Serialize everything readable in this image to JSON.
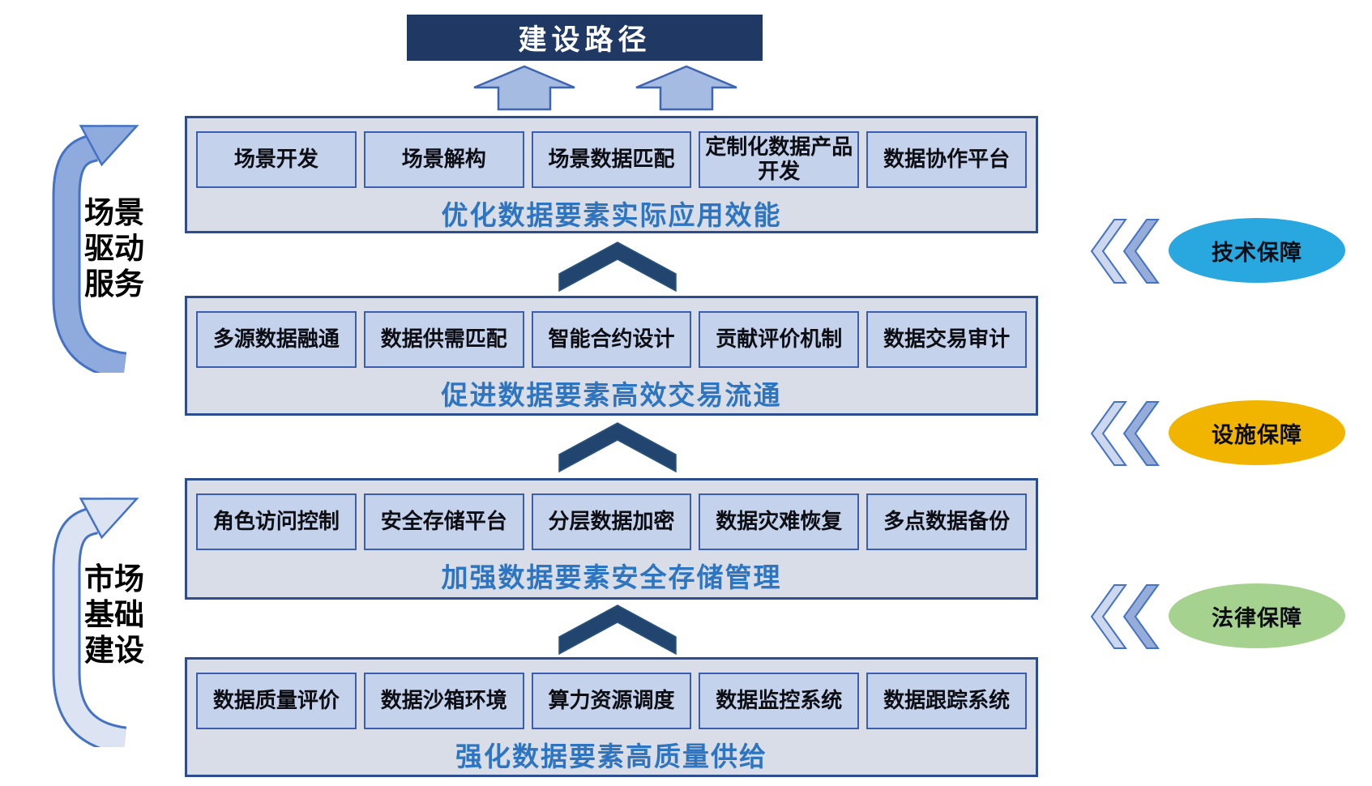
{
  "title": "建设路径",
  "rows": [
    {
      "caption": "优化数据要素实际应用效能",
      "boxes": [
        "场景开发",
        "场景解构",
        "场景数据匹配",
        "定制化数据产品开发",
        "数据协作平台"
      ]
    },
    {
      "caption": "促进数据要素高效交易流通",
      "boxes": [
        "多源数据融通",
        "数据供需匹配",
        "智能合约设计",
        "贡献评价机制",
        "数据交易审计"
      ]
    },
    {
      "caption": "加强数据要素安全存储管理",
      "boxes": [
        "角色访问控制",
        "安全存储平台",
        "分层数据加密",
        "数据灾难恢复",
        "多点数据备份"
      ]
    },
    {
      "caption": "强化数据要素高质量供给",
      "boxes": [
        "数据质量评价",
        "数据沙箱环境",
        "算力资源调度",
        "数据监控系统",
        "数据跟踪系统"
      ]
    }
  ],
  "left_labels": [
    {
      "text": "场景\n驱动\n服务"
    },
    {
      "text": "市场\n基础\n建设"
    }
  ],
  "badges": [
    {
      "label": "技术保障",
      "color": "#29a8e0"
    },
    {
      "label": "设施保障",
      "color": "#f1b500"
    },
    {
      "label": "法律保障",
      "color": "#a6d28f"
    }
  ],
  "colors": {
    "title_bg": "#1f3864",
    "caption_text": "#2d75c0",
    "band_bg": "#d9dde8",
    "box_bg": "#c4d2ec",
    "dark_arrow": "#21456f"
  }
}
